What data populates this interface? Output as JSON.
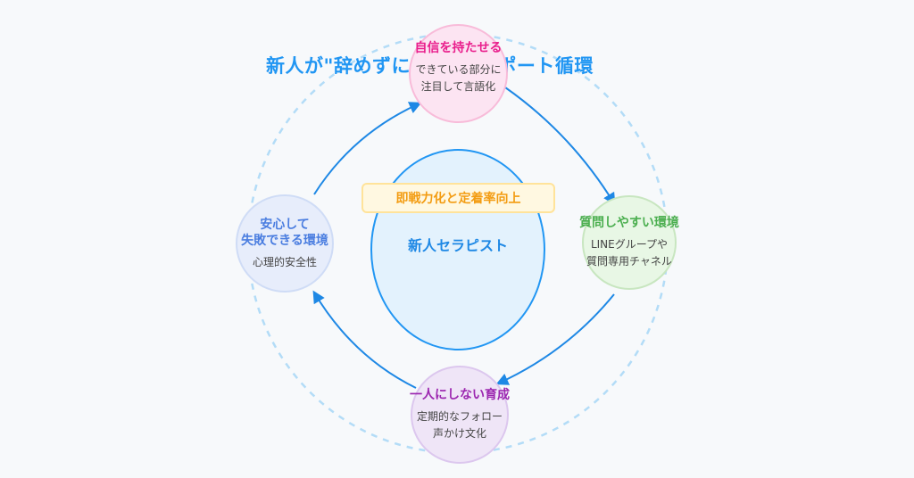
{
  "title": "新人が\"辞めずに育つ\"的サポート循環",
  "center": {
    "label": "新人セラピスト",
    "banner": "即戦力化と定着率向上"
  },
  "nodes": {
    "top": {
      "head": "自信を持たせる",
      "lines": [
        "できている部分に",
        "注目して言語化"
      ]
    },
    "right": {
      "head": "質問しやすい環境",
      "lines": [
        "LINEグループや",
        "質問専用チャネル"
      ]
    },
    "bottom": {
      "head": "一人にしない育成",
      "lines": [
        "定期的なフォロー",
        "声かけ文化"
      ]
    },
    "left": {
      "head_lines": [
        "安心して",
        "失敗できる環境"
      ],
      "lines": [
        "心理的安全性"
      ]
    }
  },
  "colors": {
    "title": "#2196f3",
    "center_fill": "#e3f2fd",
    "center_stroke": "#2196f3",
    "arrow": "#1e88e5",
    "dashed_ring": "#b3dcf7",
    "banner_text": "#f39c12",
    "top": "#e91e8c",
    "right": "#4caf50",
    "bottom": "#9c27b0",
    "left": "#4a7de0"
  }
}
